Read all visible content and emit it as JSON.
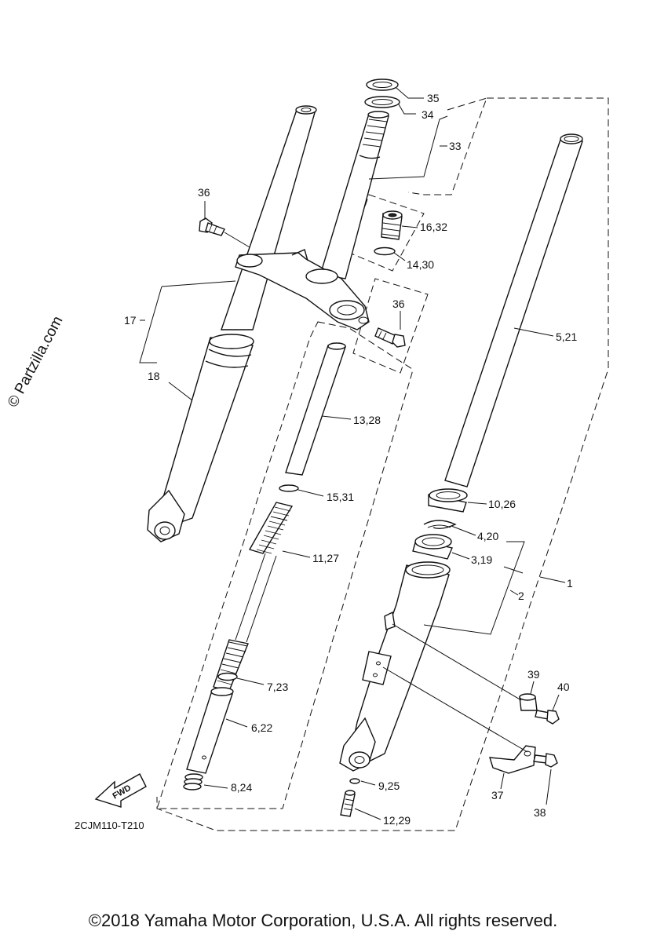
{
  "watermark": "© Partzilla.com",
  "diagram_code": "2CJM110-T210",
  "fwd_label": "FWD",
  "copyright": "©2018 Yamaha Motor Corporation, U.S.A. All rights reserved.",
  "callouts": {
    "c35": "35",
    "c34": "34",
    "c33": "33",
    "c36a": "36",
    "c36b": "36",
    "c16_32": "16,32",
    "c14_30": "14,30",
    "c17": "17",
    "c18": "18",
    "c5_21": "5,21",
    "c13_28": "13,28",
    "c15_31": "15,31",
    "c10_26": "10,26",
    "c4_20": "4,20",
    "c3_19": "3,19",
    "c11_27": "11,27",
    "c2": "2",
    "c1": "1",
    "c7_23": "7,23",
    "c39": "39",
    "c40": "40",
    "c6_22": "6,22",
    "c8_24": "8,24",
    "c9_25": "9,25",
    "c37": "37",
    "c38": "38",
    "c12_29": "12,29"
  }
}
